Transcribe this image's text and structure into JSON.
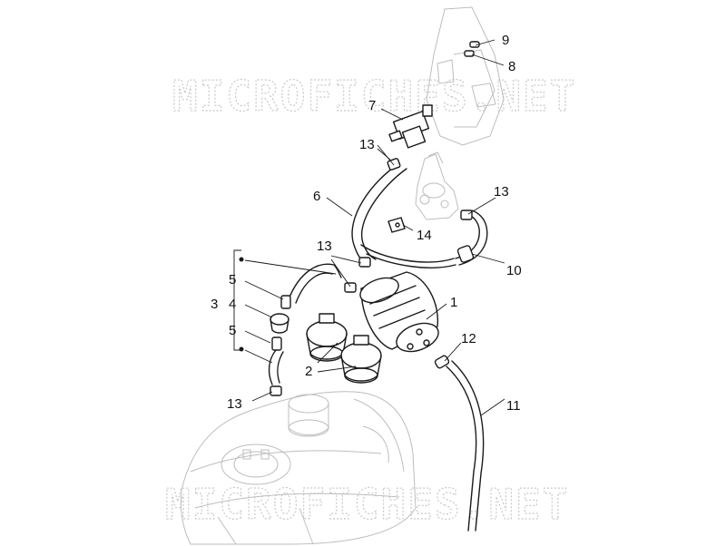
{
  "watermark": {
    "text": "MICROFICHES.NET"
  },
  "callouts": {
    "c1": "1",
    "c2": "2",
    "c3": "3",
    "c4": "4",
    "c5a": "5",
    "c5b": "5",
    "c6": "6",
    "c7": "7",
    "c8": "8",
    "c9": "9",
    "c10": "10",
    "c11": "11",
    "c12": "12",
    "c13a": "13",
    "c13b": "13",
    "c13c": "13",
    "c13d": "13",
    "c14": "14"
  },
  "colors": {
    "line": "#1a1a1a",
    "ghost": "#bdbdbd",
    "watermark": "#c9c9c9",
    "background": "#ffffff"
  }
}
